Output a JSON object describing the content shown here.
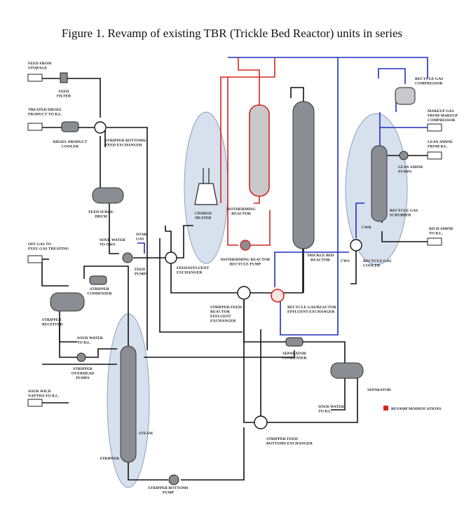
{
  "title": "Figure 1. Revamp of existing TBR (Trickle Bed Reactor) units in series",
  "labels": {
    "feed_from_storage": [
      "FEED FROM",
      "STORAGE"
    ],
    "feed_filter": [
      "FEED",
      "FILTER"
    ],
    "treated_diesel": [
      "TREATED DIESEL",
      "PRODUCT TO B.L."
    ],
    "diesel_cooler": [
      "DIESEL PRODUCT",
      "COOLER"
    ],
    "stripper_bottoms_feed": [
      "STRIPPER BOTTOMS/",
      "FEED EXCHANGER"
    ],
    "feed_surge_drum": [
      "FEED SURGE",
      "DRUM"
    ],
    "sour_water_ows": [
      "SOUR WATER",
      "TO OWS"
    ],
    "soak_gas": [
      "SOAK",
      "GAS"
    ],
    "feed_pumps": [
      "FEED",
      "PUMPS"
    ],
    "off_gas": [
      "OFF GAS TO",
      "FUEL GAS TREATING"
    ],
    "stripper_condenser": [
      "STRIPPER",
      "CONDENSER"
    ],
    "stripper_receiver": [
      "STRIPPER",
      "RECEIVER"
    ],
    "sour_water_bl": [
      "SOUR WATER",
      "TO B.L."
    ],
    "stripper_overhead_pumps": [
      "STRIPPER",
      "OVERHEAD",
      "PUMPS"
    ],
    "sour_wild_naphtha": [
      "SOUR WILD",
      "NAPTHA TO B.L."
    ],
    "stripper": [
      "STRIPPER"
    ],
    "steam": [
      "STEAM"
    ],
    "stripper_bottoms_pump": [
      "STRIPPER BOTTOMS",
      "PUMP"
    ],
    "charge_heater": [
      "CHARGE",
      "HEATER"
    ],
    "feed_effluent": [
      "FEED/EFFLUENT",
      "EXCHANGER"
    ],
    "isotherming_reactor": [
      "ISOTHERMING",
      "REACTOR"
    ],
    "isotherming_pump": [
      "ISOTHERMING REACTOR",
      "RECYCLE PUMP"
    ],
    "trickle_bed": [
      "TRICKLE BED",
      "REACTOR"
    ],
    "stripper_feed_reactor": [
      "STRIPPER FEED/",
      "REACTOR",
      "EFFLUENT",
      "EXCHANGER"
    ],
    "recycle_gas_reactor": [
      "RECYCLE GAS/REACTOR",
      "EFFLUENT EXCHANGER"
    ],
    "separator_condenser": [
      "SEPARATOR",
      "CONDENSER"
    ],
    "separator": [
      "SEPARATOR"
    ],
    "sour_water_bl2": [
      "SOUR WATER",
      "TO B.L."
    ],
    "stripper_feed_bottoms": [
      "STRIPPER FEED/",
      "BOTTOMS EXCHANGER"
    ],
    "recycle_gas_compressor": [
      "RECYCLE GAS",
      "COMPRESSOR"
    ],
    "makeup_gas": [
      "MAKEUP GAS",
      "FROM MAKEUP",
      "COMPRESSOR"
    ],
    "lean_amine_from": [
      "LEAN AMINE",
      "FROM B.L."
    ],
    "lean_amine_pumps": [
      "LEAN AMINE",
      "PUMPS"
    ],
    "recycle_gas_scrubber": [
      "RECYCLE GAS",
      "SCRUBBER"
    ],
    "rich_amine": [
      "RICH AMINE",
      "TO B.L."
    ],
    "cwr": [
      "CWR"
    ],
    "cws": [
      "CWS"
    ],
    "recycle_gas_cooler": [
      "RECYCLE GAS",
      "COOLER"
    ],
    "legend_revamp": [
      "REVAMP MODIFICATIONS"
    ]
  },
  "colors": {
    "process_line": "#111111",
    "gas_line": "#1f2fbf",
    "revamp": "#d3261f",
    "highlight_ellipse": "#d7e1ee"
  }
}
